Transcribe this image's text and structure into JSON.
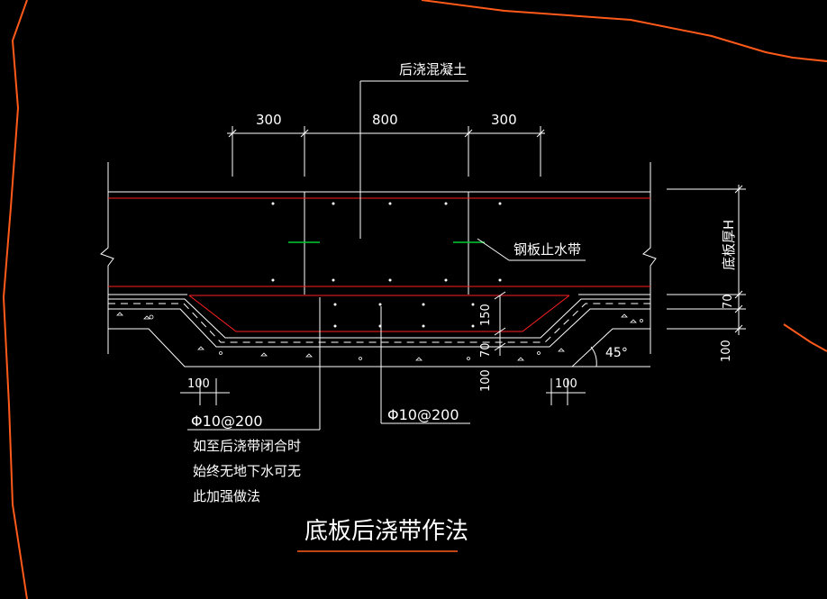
{
  "drawing": {
    "title": "底板后浇带作法",
    "labels": {
      "post_pour_concrete": "后浇混凝土",
      "waterstop": "钢板止水带",
      "slab_thickness": "底板厚H",
      "rebar_left": "Φ10@200",
      "rebar_mid": "Φ10@200",
      "note_line1": "如至后浇带闭合时",
      "note_line2": "始终无地下水可无",
      "note_line3": "此加强做法",
      "angle": "45°"
    },
    "dimensions": {
      "left_width": "300",
      "center_width": "800",
      "right_width": "300",
      "dim_70_right": "70",
      "dim_100_right": "100",
      "dim_150": "150",
      "dim_70_center": "70",
      "dim_100_center": "100",
      "dim_100_left": "100",
      "dim_100_lower_right": "100"
    },
    "colors": {
      "background": "#000000",
      "linework": "#ffffff",
      "rebar": "#ff2020",
      "boundary": "#ff5a1a",
      "waterstop": "#00cc33"
    }
  }
}
